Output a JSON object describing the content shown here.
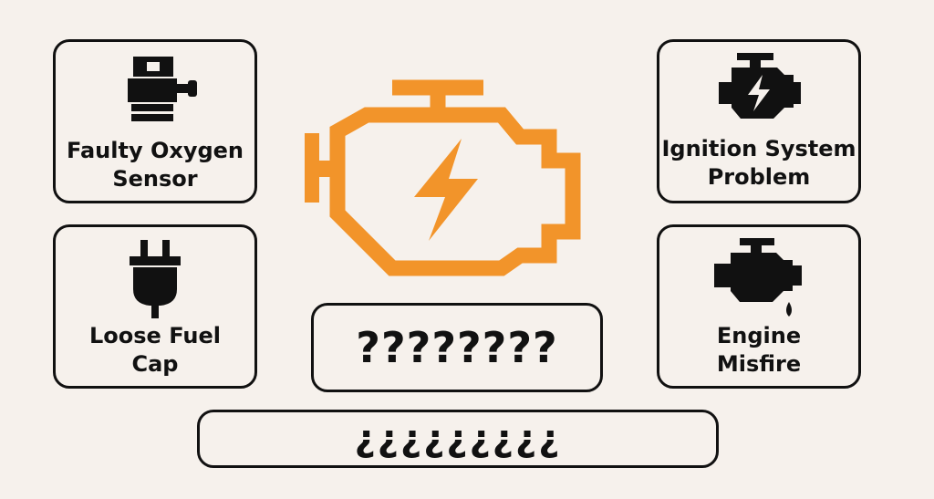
{
  "accent_color": "#f2942a",
  "center_icon": "check-engine-icon",
  "cards": {
    "oxygen": {
      "icon": "oxygen-sensor-icon",
      "label": "Faulty Oxygen\nSensor"
    },
    "fuelcap": {
      "icon": "plug-icon",
      "label": "Loose Fuel\nCap"
    },
    "ignition": {
      "icon": "engine-bolt-icon",
      "label": "Ignition System\nProblem"
    },
    "misfire": {
      "icon": "engine-drip-icon",
      "label": "Engine\nMisfire"
    }
  },
  "mystery_box": {
    "label": "????????"
  },
  "bottom_box": {
    "label": "¿¿¿¿¿¿¿¿¿"
  }
}
